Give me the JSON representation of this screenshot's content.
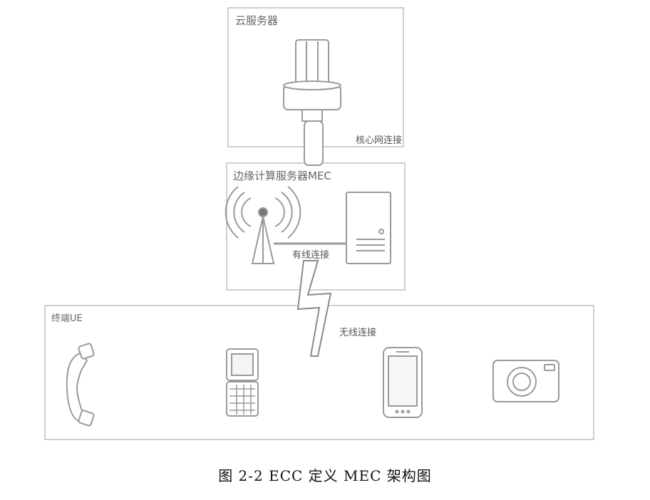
{
  "cloud": {
    "label": "云服务器"
  },
  "core_link": {
    "label": "核心网连接"
  },
  "edge": {
    "label": "边缘计算服务器MEC"
  },
  "wired_link": {
    "label": "有线连接"
  },
  "terminals": {
    "label": "终端UE"
  },
  "wireless_link": {
    "label": "无线连接"
  },
  "caption": "图 2-2 ECC 定义 MEC 架构图",
  "devices": [
    "telephone-handset-icon",
    "flip-phone-icon",
    "smartphone-icon",
    "camera-icon"
  ],
  "colors": {
    "border": "#cfcfcf",
    "icon": "#999999",
    "text": "#666666",
    "caption": "#111111"
  }
}
